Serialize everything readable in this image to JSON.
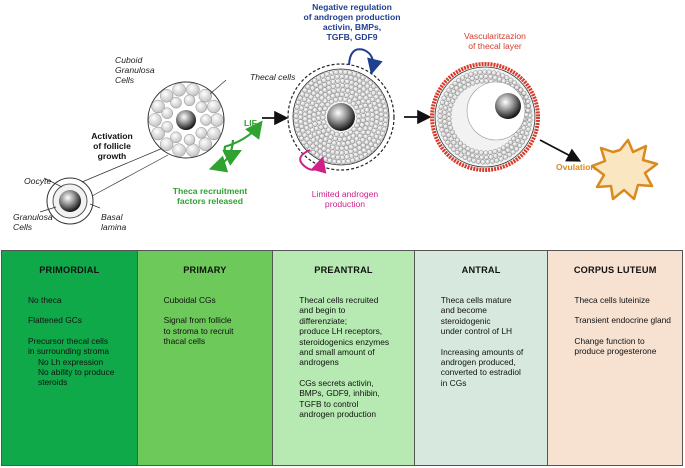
{
  "labels": {
    "oocyte": "Oocyte",
    "granulosa_cells": "Granulosa\nCells",
    "basal_lamina": "Basal\nlamina",
    "activation": "Activation\nof follicle\ngrowth",
    "cuboid_gc": "Cuboid\nGranulosa\nCells",
    "lif": "LIF",
    "theca_recruitment": "Theca recruitment\nfactors released",
    "thecal_cells": "Thecal cells",
    "negative_regulation": "Negative regulation\nof androgen production\nactivin, BMPs,\nTGFB, GDF9",
    "limited_androgen": "Limited androgen\nproduction",
    "vascularization": "Vascularitzazion\nof thecal layer",
    "ovulation": "Ovulation"
  },
  "colors": {
    "green_arrow": "#2fa22f",
    "blue_arrow": "#1f3f8f",
    "magenta_arrow": "#d0208a",
    "red_layer": "#d63a2a",
    "ovulation": "#d98a1e"
  },
  "stages": [
    {
      "title": "PRIMORDIAL",
      "bg": "#0fa94a",
      "items": [
        {
          "text": "No theca",
          "sub": false
        },
        {
          "text": "Flattened GCs",
          "sub": false
        },
        {
          "text": "Precursor thecal cells\nin surrounding stroma",
          "sub": false
        },
        {
          "text": "No Lh expression\nNo ability to produce\nsteroids",
          "sub": true
        }
      ]
    },
    {
      "title": "PRIMARY",
      "bg": "#6dc95a",
      "items": [
        {
          "text": "Cuboidal CGs",
          "sub": false
        },
        {
          "text": "Signal from follicle\nto stroma to recruit\nthacal cells",
          "sub": false
        }
      ]
    },
    {
      "title": "PREANTRAL",
      "bg": "#b6eab2",
      "items": [
        {
          "text": "Thecal cells recruited\nand begin to\ndifferenziate;\nproduce LH receptors,\nsteroidogenics enzymes\nand small amount of\nandrogens",
          "sub": false
        },
        {
          "text": "CGs secrets activin,\nBMPs, GDF9, inhibin,\nTGFB to control\nandrogen production",
          "sub": false
        }
      ]
    },
    {
      "title": "ANTRAL",
      "bg": "#d7e9df",
      "items": [
        {
          "text": "Theca cells mature\nand become\nsteroidogenic\nunder control of LH",
          "sub": false
        },
        {
          "text": "Increasing amounts of\nandrogen produced,\nconverted to estradiol\nin CGs",
          "sub": false
        }
      ]
    },
    {
      "title": "CORPUS LUTEUM",
      "bg": "#f7e2d2",
      "items": [
        {
          "text": "Theca cells luteinize",
          "sub": false
        },
        {
          "text": "Transient endocrine gland",
          "sub": false
        },
        {
          "text": "Change function to\nproduce progesterone",
          "sub": false
        }
      ]
    }
  ]
}
